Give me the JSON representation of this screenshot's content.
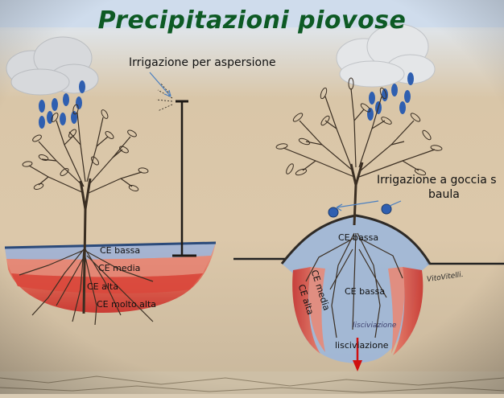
{
  "title": "Precipitazioni piovose",
  "left_panel": {
    "sprinkler_label": "Irrigazione per aspersione",
    "zones": [
      "CE bassa",
      "CE media",
      "CE alta",
      "CE molto alta"
    ]
  },
  "right_panel": {
    "drip_label_line1": "Irrigazione a goccia s",
    "drip_label_line2": "baula",
    "zones": {
      "top": "CE bassa",
      "middle": "CE media",
      "outer": "CE alta",
      "center": "CE bassa"
    },
    "leaching_handwritten": "lisciviazione",
    "leaching_label": "lisciviazione",
    "signature": "VitoVitelli."
  },
  "colors": {
    "title": "#0d5a24",
    "sky_band": "#c9d8e8",
    "raindrop": "#2f5fb0",
    "ce_low": "#8fb0d8",
    "ce_high": "#d94a3e",
    "arrow": "#d01010"
  }
}
